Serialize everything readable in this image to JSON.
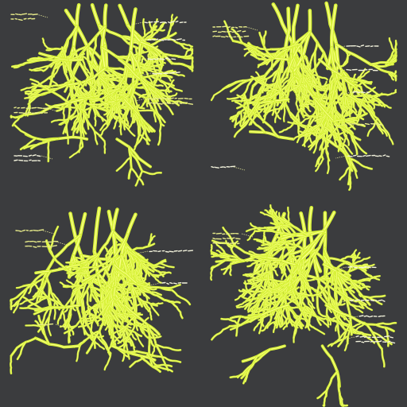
{
  "colors": {
    "background": "#3b3c3e",
    "vein_outer": "#d8f23a",
    "vein_core": "#fbff8c",
    "label_text": "#f2f2dc"
  },
  "panels": [
    {
      "id": "top-left"
    },
    {
      "id": "top-right"
    },
    {
      "id": "bottom-left"
    },
    {
      "id": "bottom-right"
    }
  ]
}
